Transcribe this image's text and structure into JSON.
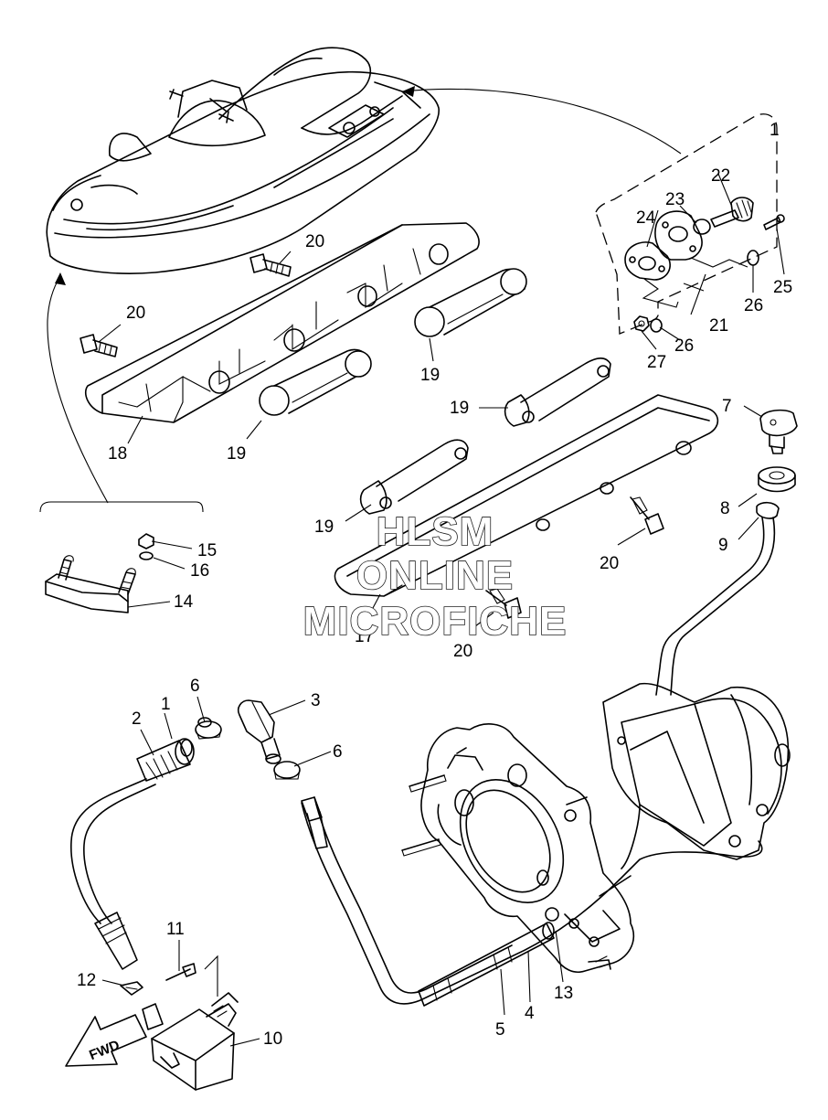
{
  "watermark": {
    "line1": "HLSM",
    "line2": "ONLINE",
    "line3": "MICROFICHE"
  },
  "fwd_label": "FWD",
  "callouts": {
    "c1": "1",
    "c1b": "1",
    "c2": "2",
    "c3": "3",
    "c4": "4",
    "c5": "5",
    "c6a": "6",
    "c6b": "6",
    "c7": "7",
    "c8": "8",
    "c9": "9",
    "c10": "10",
    "c11": "11",
    "c12": "12",
    "c13": "13",
    "c14": "14",
    "c15": "15",
    "c16": "16",
    "c17": "17",
    "c18": "18",
    "c19a": "19",
    "c19b": "19",
    "c19c": "19",
    "c19d": "19",
    "c20a": "20",
    "c20b": "20",
    "c20c": "20",
    "c20d": "20",
    "c21": "21",
    "c22": "22",
    "c23": "23",
    "c24": "24",
    "c25": "25",
    "c26a": "26",
    "c26b": "26",
    "c27": "27"
  }
}
